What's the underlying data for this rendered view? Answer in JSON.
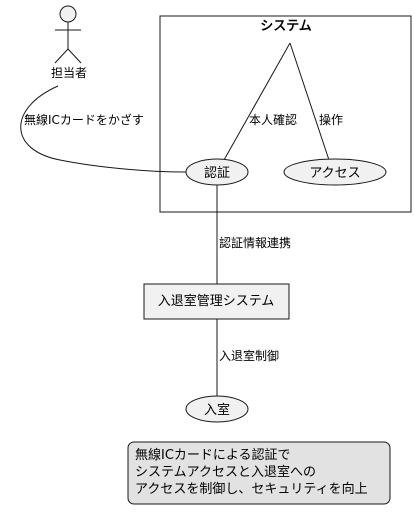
{
  "actor": {
    "name": "担当者"
  },
  "system_box": {
    "title": "システム"
  },
  "usecases": {
    "auth": "認証",
    "access": "アクセス",
    "entry": "入室"
  },
  "component": {
    "name": "入退室管理システム"
  },
  "edges": {
    "actor_to_auth": "無線ICカードをかざす",
    "system_to_auth": "本人確認",
    "system_to_access": "操作",
    "auth_to_component": "認証情報連携",
    "component_to_entry": "入退室制御"
  },
  "note": {
    "lines": [
      "無線ICカードによる認証で",
      "システムアクセスと入退室への",
      "アクセスを制御し、セキュリティを向上"
    ]
  },
  "colors": {
    "usecase_fill": "#f1f1f1",
    "note_fill": "#e2e2e2",
    "stroke": "#181818"
  }
}
